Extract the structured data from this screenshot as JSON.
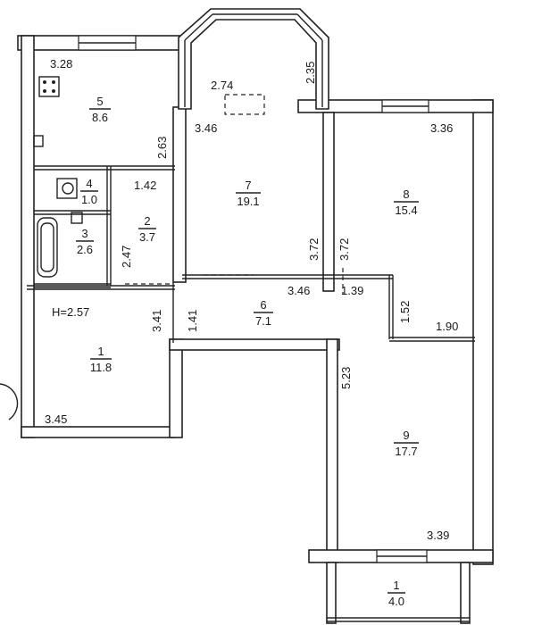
{
  "rooms": [
    {
      "num": "5",
      "area": "8.6"
    },
    {
      "num": "4",
      "area": "1.0"
    },
    {
      "num": "3",
      "area": "2.6"
    },
    {
      "num": "2",
      "area": "3.7"
    },
    {
      "num": "1",
      "area": "11.8"
    },
    {
      "num": "7",
      "area": "19.1"
    },
    {
      "num": "6",
      "area": "7.1"
    },
    {
      "num": "8",
      "area": "15.4"
    },
    {
      "num": "9",
      "area": "17.7"
    },
    {
      "num": "1",
      "area": "4.0"
    }
  ],
  "ceiling_height": "H=2.57",
  "dimensions": {
    "kitchen_width": "3.28",
    "kitchen_depth": "2.63",
    "bay_width": "2.74",
    "bay_side": "2.35",
    "room7_width": "3.46",
    "bath_width": "1.42",
    "room2_depth": "2.47",
    "room1_depth": "3.41",
    "hall_depth_left": "1.41",
    "room7_depth": "3.72",
    "room8_depth": "3.72",
    "room8_width": "3.36",
    "hall_width": "3.46",
    "hall_right_width": "1.39",
    "hall_right_depth": "1.52",
    "room9_width_top": "1.90",
    "room9_depth": "5.23",
    "room9_width": "3.39",
    "room1_width": "3.45"
  }
}
